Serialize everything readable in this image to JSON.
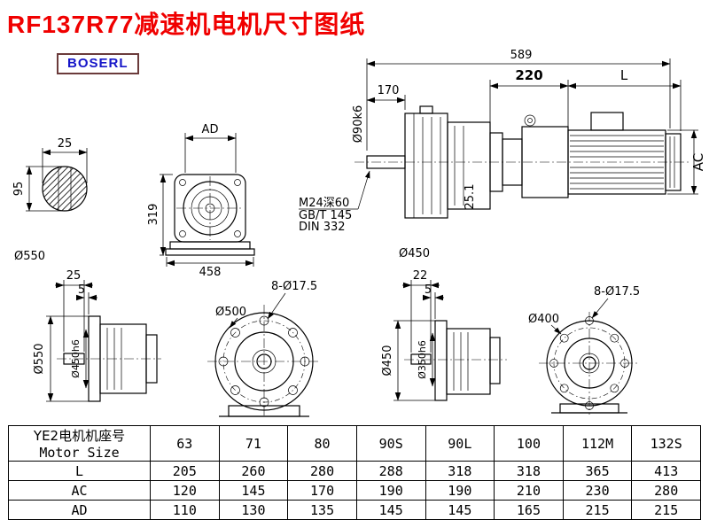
{
  "title": "RF137R77减速机电机尺寸图纸",
  "brand": {
    "logo_text": "BOSERL"
  },
  "drawing": {
    "shaft_end_view": {
      "dim_width": "25",
      "dim_height": "95",
      "dim_diameter": "Ø550"
    },
    "gearbox_front_view": {
      "dim_ad": "AD",
      "dim_height": "319",
      "dim_width": "458"
    },
    "main_view": {
      "dim_total_length": "589",
      "dim_shaft_length": "170",
      "dim_shaft_diameter": "Ø90k6",
      "thread_note_line1": "M24深60",
      "thread_note_line2": "GB/T 145",
      "thread_note_line3": "DIN 332",
      "dim_flange_diameter": "Ø450",
      "dim_key": "25.1",
      "dim_adapter_length": "220",
      "dim_motor_length": "L",
      "dim_motor_ac": "AC"
    },
    "flange_side_view_large": {
      "dim_shaft_len": "25",
      "dim_gap": "5",
      "dim_flange_od": "Ø550",
      "dim_spigot": "Ø450h6"
    },
    "flange_front_view_large": {
      "dim_od": "Ø500",
      "dim_bolt_holes": "8-Ø17.5"
    },
    "flange_side_view_small": {
      "dim_shaft_len": "22",
      "dim_gap": "5",
      "dim_flange_od": "Ø450",
      "dim_spigot": "Ø350h6"
    },
    "flange_front_view_small": {
      "dim_od": "Ø400",
      "dim_bolt_holes": "8-Ø17.5"
    }
  },
  "table": {
    "header": {
      "line1": "YE2电机机座号",
      "line2": "Motor Size"
    },
    "motor_sizes": [
      "63",
      "71",
      "80",
      "90S",
      "90L",
      "100",
      "112M",
      "132S"
    ],
    "rows": [
      {
        "label": "L",
        "values": [
          "205",
          "260",
          "280",
          "288",
          "318",
          "318",
          "365",
          "413"
        ]
      },
      {
        "label": "AC",
        "values": [
          "120",
          "145",
          "170",
          "190",
          "190",
          "210",
          "230",
          "280"
        ]
      },
      {
        "label": "AD",
        "values": [
          "110",
          "130",
          "135",
          "145",
          "145",
          "165",
          "215",
          "215"
        ]
      }
    ]
  }
}
